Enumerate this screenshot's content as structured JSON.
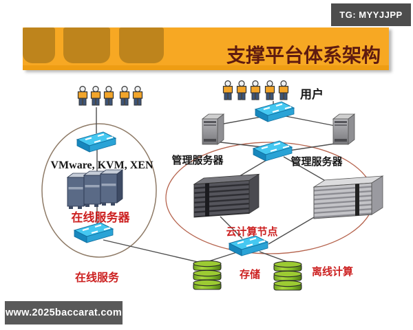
{
  "page": {
    "badge_top_right": "TG: MYYJJPP",
    "badge_bottom_left": "www.2025baccarat.com"
  },
  "header": {
    "title": "支撑平台体系架构"
  },
  "diagram": {
    "labels": {
      "users": "用户",
      "virtualization": "VMware, KVM, XEN",
      "online_servers": "在线服务器",
      "mgmt_server_left": "管理服务器",
      "mgmt_server_right": "管理服务器",
      "cloud_node": "云计算节点",
      "online_service": "在线服务",
      "storage": "存储",
      "offline_compute": "离线计算"
    },
    "icons": {
      "user_group_left_count": 5,
      "user_group_right_count": 5,
      "switch_count": 5,
      "storage_stack_count": 2
    },
    "colors": {
      "banner_orange": "#F7A823",
      "banner_square": "#BE841C",
      "title_text": "#5E1B10",
      "red_label": "#CC2020",
      "switch_cyan": "#2BA7DA",
      "ellipse_left": "#8E7A66",
      "ellipse_right": "#B5634D",
      "storage_green": "#8BC42A",
      "badge_gray": "#4D4D4D"
    }
  }
}
